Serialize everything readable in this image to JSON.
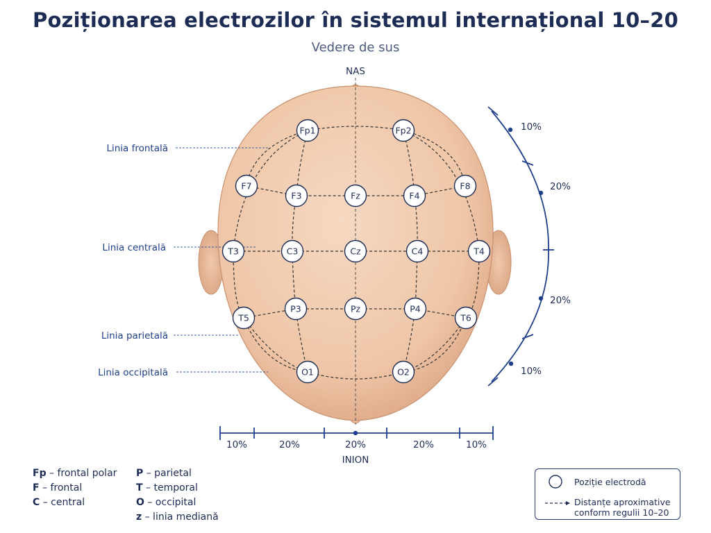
{
  "title": "Poziționarea electrozilor în sistemul internațional 10–20",
  "subtitle": "Vedere de sus",
  "landmarks": {
    "top": "NAS",
    "bottom": "INION"
  },
  "line_labels": {
    "frontal": "Linia frontală",
    "central": "Linia centrală",
    "parietal": "Linia parietală",
    "occipital": "Linia occipitală"
  },
  "electrodes": [
    "Fp1",
    "Fp2",
    "F7",
    "F3",
    "Fz",
    "F4",
    "F8",
    "T3",
    "C3",
    "Cz",
    "C4",
    "T4",
    "T5",
    "P3",
    "Pz",
    "P4",
    "T6",
    "O1",
    "O2"
  ],
  "vertical_scale": [
    "10%",
    "20%",
    "20%",
    "10%"
  ],
  "horizontal_scale": [
    "10%",
    "20%",
    "20%",
    "20%",
    "10%"
  ],
  "abbreviations_left": [
    {
      "abbr": "Fp",
      "text": "– frontal polar"
    },
    {
      "abbr": "F",
      "text": "– frontal"
    },
    {
      "abbr": "C",
      "text": "– central"
    }
  ],
  "abbreviations_right": [
    {
      "abbr": "P",
      "text": "– parietal"
    },
    {
      "abbr": "T",
      "text": "– temporal"
    },
    {
      "abbr": "O",
      "text": "– occipital"
    },
    {
      "abbr": "z",
      "text": "– linia mediană"
    }
  ],
  "legend": {
    "electrode": "Poziție electrodă",
    "distances_line1": "Distanțe aproximative",
    "distances_line2": "conform regulii 10–20"
  },
  "colors": {
    "navy": "#1d2c55",
    "accent_blue": "#1f3f8a",
    "skin": "#efc9ab"
  }
}
